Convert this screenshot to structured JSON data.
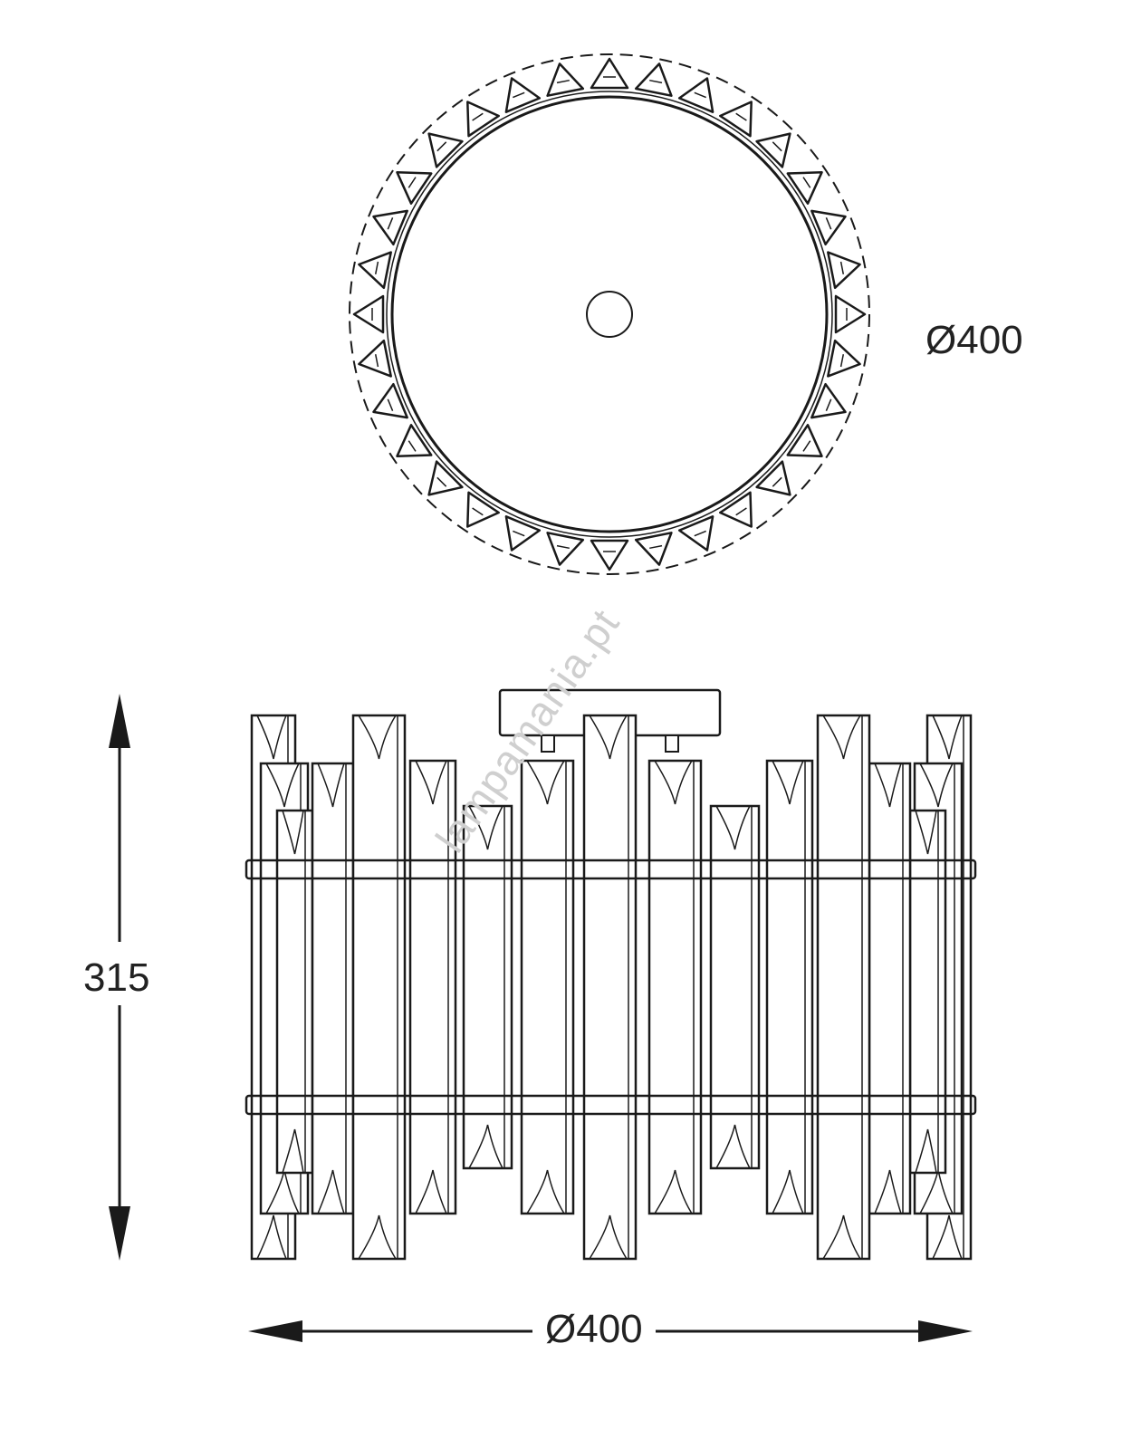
{
  "top_view": {
    "diameter_label": "Ø400"
  },
  "side_view": {
    "height_label": "315",
    "width_label": "Ø400"
  },
  "watermark": "lampamania.pt",
  "colors": {
    "line": "#1a1a1a",
    "watermark": "#d8d8d8"
  }
}
